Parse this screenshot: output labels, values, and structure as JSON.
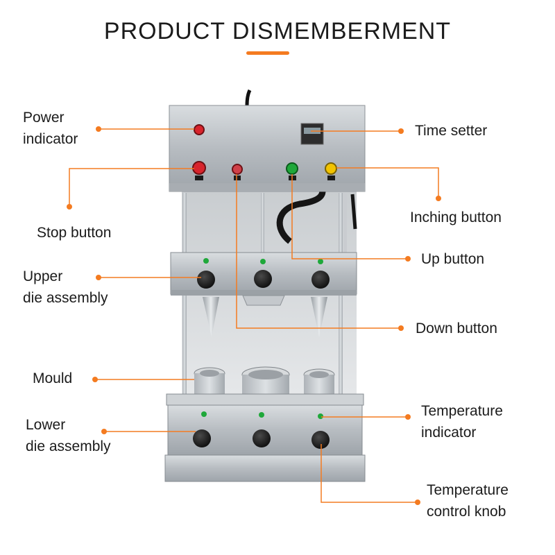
{
  "title": "PRODUCT DISMEMBERMENT",
  "colors": {
    "accent": "#f47b20",
    "steel": "#b9bec3",
    "indicator_red": "#d8242c",
    "indicator_green": "#1fa83a",
    "indicator_yellow": "#f2c300"
  },
  "labels": {
    "power_indicator": "Power\nindicator",
    "time_setter": "Time setter",
    "stop_button": "Stop button",
    "inching_button": "Inching button",
    "upper_die_assembly": "Upper\ndie assembly",
    "up_button": "Up button",
    "down_button": "Down button",
    "mould": "Mould",
    "lower_die_assembly": "Lower\ndie assembly",
    "temperature_indicator": "Temperature\nindicator",
    "temperature_control_knob": "Temperature\ncontrol knob"
  }
}
